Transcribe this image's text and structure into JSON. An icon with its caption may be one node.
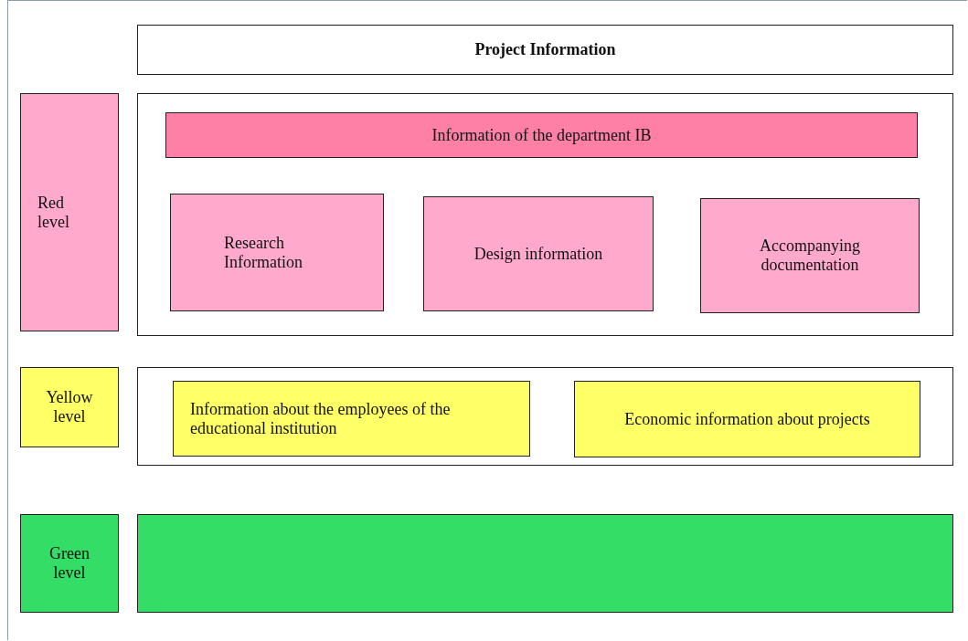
{
  "diagram": {
    "nodes": [
      {
        "text": [
          "Project Information"
        ]
      },
      {
        "text": [
          "Red level"
        ]
      },
      {
        "text": [],
        "shape": "box"
      },
      {
        "text": [
          "Information of the department IB"
        ],
        "in": 2
      },
      {
        "text": [
          "Research Information"
        ],
        "in": 2
      },
      {
        "text": [
          "Design information"
        ],
        "in": 2
      },
      {
        "text": [
          "Accompanying documentation"
        ],
        "in": 2
      },
      {
        "text": [
          "Yellow level"
        ]
      },
      {
        "text": [],
        "shape": "box"
      },
      {
        "text": [
          "Information about the employees of the educational institution"
        ],
        "in": 8
      },
      {
        "text": [
          "Economic information about projects"
        ],
        "in": 8
      },
      {
        "text": [
          "Green level"
        ]
      },
      {
        "text": [],
        "shape": "box"
      }
    ]
  }
}
